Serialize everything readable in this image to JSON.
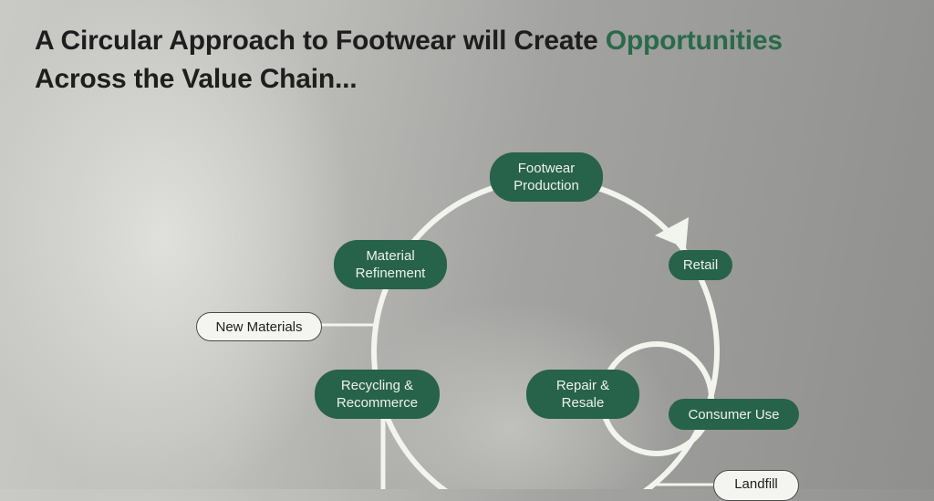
{
  "title": {
    "part1": "A Circular Approach to Footwear will Create ",
    "accent": "Opportunities",
    "part2": "Across the Value Chain..."
  },
  "colors": {
    "accent_green": "#2a6a4a",
    "node_green": "#27624a",
    "line": "#f2f4ee"
  },
  "nodes": {
    "footwear_production": "Footwear\nProduction",
    "retail": "Retail",
    "material_refinement": "Material\nRefinement",
    "new_materials": "New Materials",
    "recycling_recommerce": "Recycling &\nRecommerce",
    "repair_resale": "Repair &\nResale",
    "consumer_use": "Consumer Use",
    "landfill": "Landfill"
  }
}
